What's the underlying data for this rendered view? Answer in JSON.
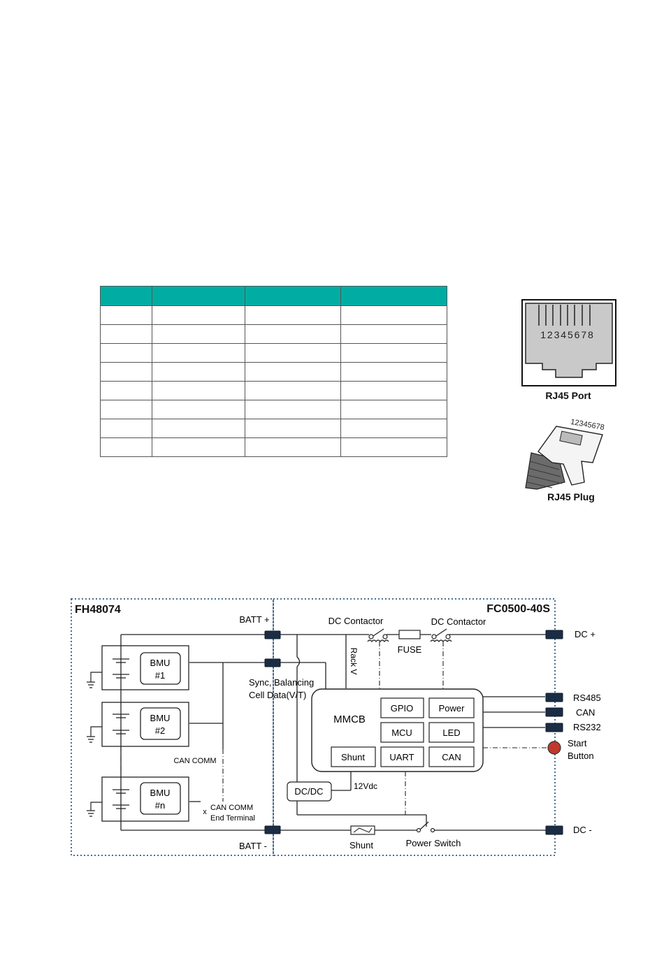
{
  "table": {
    "columns": [
      "",
      "",
      "",
      ""
    ],
    "rows": [
      [
        "",
        "",
        "",
        ""
      ],
      [
        "",
        "",
        "",
        ""
      ],
      [
        "",
        "",
        "",
        ""
      ],
      [
        "",
        "",
        "",
        ""
      ],
      [
        "",
        "",
        "",
        ""
      ],
      [
        "",
        "",
        "",
        ""
      ],
      [
        "",
        "",
        "",
        ""
      ],
      [
        "",
        "",
        "",
        ""
      ]
    ]
  },
  "rj45": {
    "port_pins": "12345678",
    "port_label": "RJ45 Port",
    "plug_pins": "12345678",
    "plug_label": "RJ45 Plug"
  },
  "diagram": {
    "left_title": "FH48074",
    "right_title": "FC0500-40S",
    "batt_plus": "BATT +",
    "batt_minus": "BATT -",
    "dc_contactor_1": "DC Contactor",
    "dc_contactor_2": "DC Contactor",
    "fuse": "FUSE",
    "dc_plus": "DC  +",
    "dc_minus": "DC  -",
    "rack_v": "Rack V",
    "sync_line1": "Sync, Balancing",
    "sync_line2": "Cell Data(V/T)",
    "mmcb": "MMCB",
    "gpio": "GPIO",
    "power": "Power",
    "mcu": "MCU",
    "led": "LED",
    "shunt_box": "Shunt",
    "uart": "UART",
    "can_box": "CAN",
    "rs485": "RS485",
    "can_port": "CAN",
    "rs232": "RS232",
    "start_line1": "Start",
    "start_line2": "Button",
    "bmu1_l1": "BMU",
    "bmu1_l2": "#1",
    "bmu2_l1": "BMU",
    "bmu2_l2": "#2",
    "bmun_l1": "BMU",
    "bmun_l2": "#n",
    "can_comm": "CAN COMM",
    "can_comm_end_l1": "CAN COMM",
    "can_comm_end_l2": "End Terminal",
    "dcdc": "DC/DC",
    "v12": "12Vdc",
    "shunt": "Shunt",
    "power_switch": "Power Switch",
    "colors": {
      "table_header": "#00ada3",
      "border_dotted": "#4b6f8f",
      "connector": "#1b2d44",
      "start_button": "#c0392b"
    }
  }
}
